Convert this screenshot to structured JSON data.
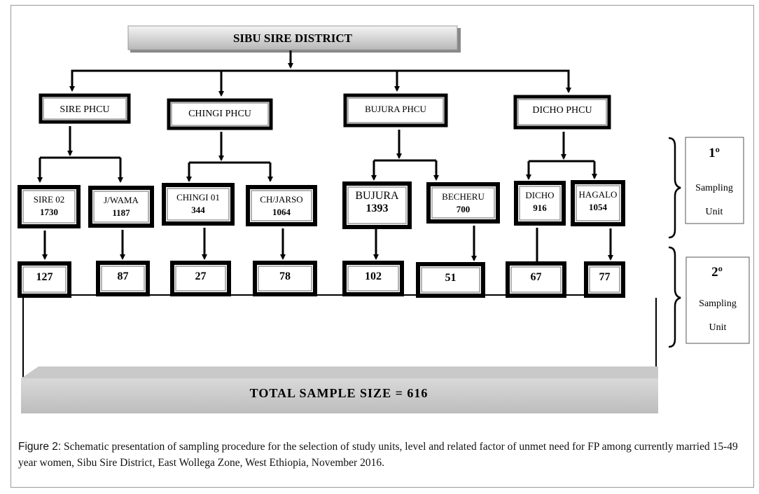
{
  "title": "SIBU SIRE DISTRICT",
  "phcus": [
    "SIRE PHCU",
    "CHINGI PHCU",
    "BUJURA PHCU",
    "DICHO PHCU"
  ],
  "units": [
    {
      "name": "SIRE 02",
      "population": "1730",
      "sample": "127"
    },
    {
      "name": "J/WAMA",
      "population": "1187",
      "sample": "87"
    },
    {
      "name": "CHINGI 01",
      "population": "344",
      "sample": "27"
    },
    {
      "name": "CH/JARSO",
      "population": "1064",
      "sample": "78"
    },
    {
      "name": "BUJURA",
      "population": "1393",
      "sample": "102"
    },
    {
      "name": "BECHERU",
      "population": "700",
      "sample": "51"
    },
    {
      "name": "DICHO",
      "population": "916",
      "sample": "67"
    },
    {
      "name": "HAGALO",
      "population": "1054",
      "sample": "77"
    }
  ],
  "legend": {
    "primary": {
      "degree": "1º",
      "line1": "Sampling",
      "line2": "Unit"
    },
    "secondary": {
      "degree": "2º",
      "line1": "Sampling",
      "line2": "Unit"
    }
  },
  "total": "TOTAL SAMPLE SIZE = 616",
  "caption": {
    "label": "Figure 2:",
    "text": " Schematic presentation of sampling procedure for the selection of study units, level and related factor of unmet need for FP among currently married 15-49 year women, Sibu Sire District, East Wollega Zone, West Ethiopia, November 2016."
  }
}
